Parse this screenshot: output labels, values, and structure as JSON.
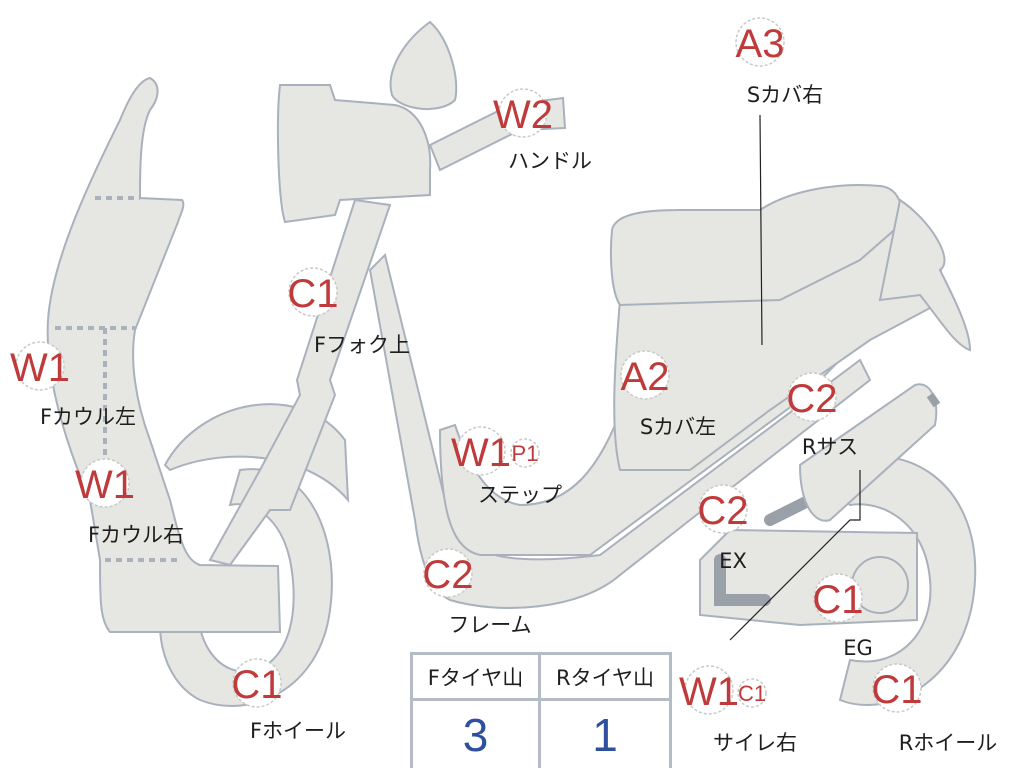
{
  "colors": {
    "code": "#bf3b3b",
    "value": "#2f4f9f",
    "part_fill": "#e6e6e2",
    "outline": "#a9b1bc"
  },
  "badges": [
    {
      "code": "A3",
      "label": "Sカバ右"
    },
    {
      "code": "W2",
      "label": "ハンドル"
    },
    {
      "code": "C1",
      "label": "Fフォク上"
    },
    {
      "code": "W1",
      "label": "Fカウル左"
    },
    {
      "code": "W1",
      "label": "Fカウル右"
    },
    {
      "code": "A2",
      "label": "Sカバ左"
    },
    {
      "code": "C2",
      "label": "Rサス"
    },
    {
      "code": "W1",
      "sub": "P1",
      "label": "ステップ"
    },
    {
      "code": "C2",
      "label": "EX"
    },
    {
      "code": "C2",
      "label": "フレーム"
    },
    {
      "code": "C1",
      "label": "EG"
    },
    {
      "code": "C1",
      "label": "Fホイール"
    },
    {
      "code": "W1",
      "sub": "C1",
      "label": "サイレ右"
    },
    {
      "code": "C1",
      "label": "Rホイール"
    }
  ],
  "tire_table": {
    "headers": [
      "Fタイヤ山",
      "Rタイヤ山"
    ],
    "values": [
      "3",
      "1"
    ]
  }
}
